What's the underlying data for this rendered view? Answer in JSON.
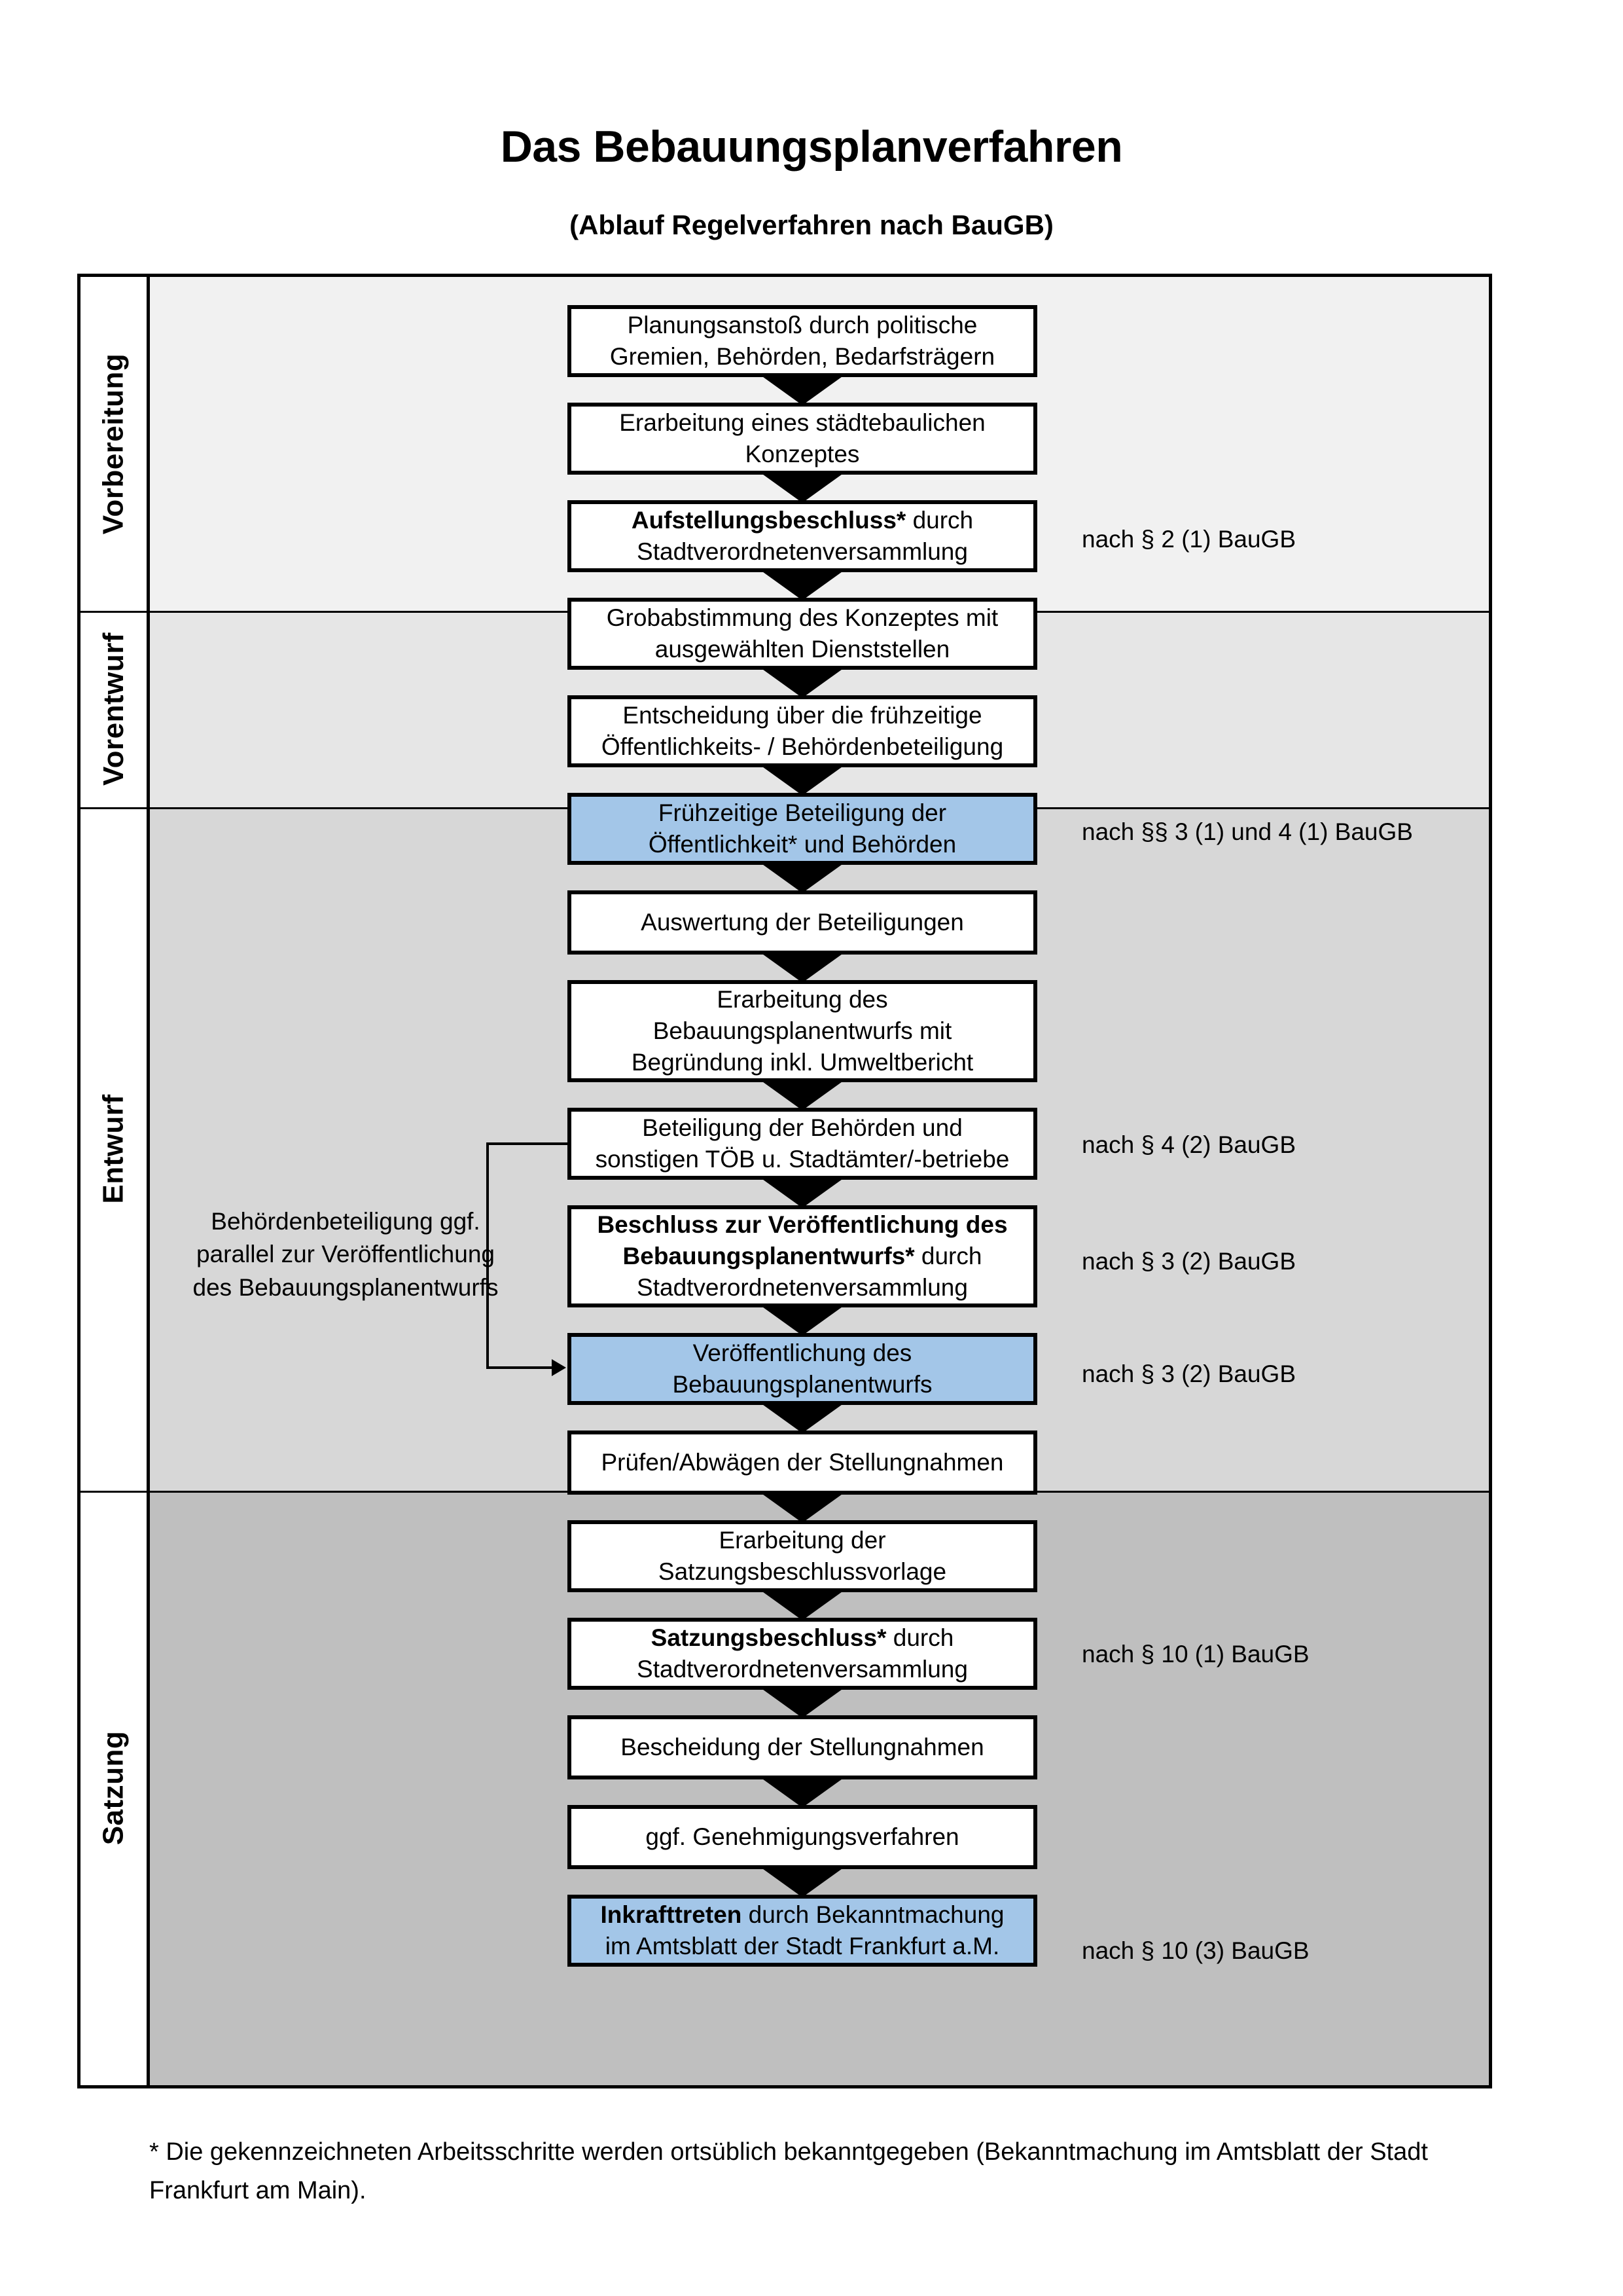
{
  "header": {
    "title": "Das Bebauungsplanverfahren",
    "subtitle": "(Ablauf Regelverfahren nach BauGB)"
  },
  "stages": [
    {
      "id": "vorbereitung",
      "label": "Vorbereitung",
      "band_color": "#F1F1F1"
    },
    {
      "id": "vorentwurf",
      "label": "Vorentwurf",
      "band_color": "#E6E6E6"
    },
    {
      "id": "entwurf",
      "label": "Entwurf",
      "band_color": "#D7D7D7"
    },
    {
      "id": "satzung",
      "label": "Satzung",
      "band_color": "#BFBFBF"
    }
  ],
  "steps": [
    {
      "id": "s1",
      "stage": "vorbereitung",
      "highlight": false,
      "lines": [
        {
          "text": "Planungsanstoß durch politische",
          "bold": false
        },
        {
          "text": "Gremien, Behörden, Bedarfsträgern",
          "bold": false
        }
      ]
    },
    {
      "id": "s2",
      "stage": "vorbereitung",
      "highlight": false,
      "lines": [
        {
          "text": "Erarbeitung eines städtebaulichen",
          "bold": false
        },
        {
          "text": "Konzeptes",
          "bold": false
        }
      ]
    },
    {
      "id": "s3",
      "stage": "vorbereitung",
      "highlight": false,
      "lines": [
        {
          "text": "Aufstellungsbeschluss*",
          "bold": true,
          "suffix": " durch"
        },
        {
          "text": "Stadtverordnetenversammlung",
          "bold": false
        }
      ]
    },
    {
      "id": "s4",
      "stage": "vorentwurf",
      "highlight": false,
      "lines": [
        {
          "text": "Grobabstimmung des Konzeptes mit",
          "bold": false
        },
        {
          "text": "ausgewählten Dienststellen",
          "bold": false
        }
      ]
    },
    {
      "id": "s5",
      "stage": "vorentwurf",
      "highlight": false,
      "lines": [
        {
          "text": "Entscheidung über die frühzeitige",
          "bold": false
        },
        {
          "text": "Öffentlichkeits- / Behördenbeteiligung",
          "bold": false
        }
      ]
    },
    {
      "id": "s6",
      "stage": "vorentwurf",
      "highlight": true,
      "lines": [
        {
          "text": "Frühzeitige Beteiligung der",
          "bold": true
        },
        {
          "text": "Öffentlichkeit* und Behörden",
          "bold": true
        }
      ]
    },
    {
      "id": "s7",
      "stage": "entwurf",
      "highlight": false,
      "lines": [
        {
          "text": "Auswertung der Beteiligungen",
          "bold": false
        }
      ]
    },
    {
      "id": "s8",
      "stage": "entwurf",
      "highlight": false,
      "lines": [
        {
          "text": "Erarbeitung des",
          "bold": false
        },
        {
          "text": "Bebauungsplanentwurfs mit",
          "bold": false
        },
        {
          "text": "Begründung inkl. Umweltbericht",
          "bold": false
        }
      ]
    },
    {
      "id": "s9",
      "stage": "entwurf",
      "highlight": false,
      "lines": [
        {
          "text": "Beteiligung der Behörden und",
          "bold": false
        },
        {
          "text": "sonstigen TÖB u. Stadtämter/-betriebe",
          "bold": false
        }
      ]
    },
    {
      "id": "s10",
      "stage": "entwurf",
      "highlight": false,
      "lines": [
        {
          "text": "Beschluss zur Veröffentlichung des",
          "bold": true
        },
        {
          "text": "Bebauungsplanentwurfs*",
          "bold": true,
          "suffix": " durch"
        },
        {
          "text": "Stadtverordnetenversammlung",
          "bold": false
        }
      ]
    },
    {
      "id": "s11",
      "stage": "entwurf",
      "highlight": true,
      "lines": [
        {
          "text": "Veröffentlichung des",
          "bold": true
        },
        {
          "text": "Bebauungsplanentwurfs",
          "bold": true
        }
      ]
    },
    {
      "id": "s12",
      "stage": "satzung",
      "highlight": false,
      "lines": [
        {
          "text": "Prüfen/Abwägen der Stellungnahmen",
          "bold": false
        }
      ]
    },
    {
      "id": "s13",
      "stage": "satzung",
      "highlight": false,
      "lines": [
        {
          "text": "Erarbeitung der",
          "bold": false
        },
        {
          "text": "Satzungsbeschlussvorlage",
          "bold": false
        }
      ]
    },
    {
      "id": "s14",
      "stage": "satzung",
      "highlight": false,
      "lines": [
        {
          "text": "Satzungsbeschluss*",
          "bold": true,
          "suffix": " durch"
        },
        {
          "text": "Stadtverordnetenversammlung",
          "bold": false
        }
      ]
    },
    {
      "id": "s15",
      "stage": "satzung",
      "highlight": false,
      "lines": [
        {
          "text": "Bescheidung der Stellungnahmen",
          "bold": false
        }
      ]
    },
    {
      "id": "s16",
      "stage": "satzung",
      "highlight": false,
      "lines": [
        {
          "text": "ggf. Genehmigungsverfahren",
          "bold": false
        }
      ]
    },
    {
      "id": "s17",
      "stage": "satzung",
      "highlight": true,
      "lines": [
        {
          "text": "Inkrafttreten",
          "bold": true,
          "suffix": " durch Bekanntmachung"
        },
        {
          "text": "im Amtsblatt der Stadt Frankfurt a.M.",
          "bold": false
        }
      ]
    }
  ],
  "legal_refs": [
    {
      "id": "r1",
      "text": "nach § 2 (1) BauGB",
      "for_step": "s3"
    },
    {
      "id": "r2",
      "text": "nach §§ 3 (1) und 4 (1) BauGB",
      "for_step": "s6"
    },
    {
      "id": "r3",
      "text": "nach § 4 (2) BauGB",
      "for_step": "s9"
    },
    {
      "id": "r4",
      "text": "nach § 3 (2) BauGB",
      "for_step": "s10"
    },
    {
      "id": "r5",
      "text": "nach § 3 (2) BauGB",
      "for_step": "s11"
    },
    {
      "id": "r6",
      "text": "nach § 10 (1) BauGB",
      "for_step": "s14"
    },
    {
      "id": "r7",
      "text": "nach § 10 (3) BauGB",
      "for_step": "s17"
    }
  ],
  "side_note": {
    "lines": [
      "Behördenbeteiligung",
      "ggf. parallel zur",
      "Veröffentlichung des",
      "Bebauungsplanentwurfs"
    ]
  },
  "footnote": {
    "text": "* Die gekennzeichneten Arbeitsschritte werden ortsüblich bekanntgegeben (Bekanntmachung im Amtsblatt  der Stadt Frankfurt am Main)."
  },
  "colors": {
    "highlight_blue": "#A3C6E8",
    "border_black": "#000000",
    "box_white": "#FFFFFF"
  }
}
